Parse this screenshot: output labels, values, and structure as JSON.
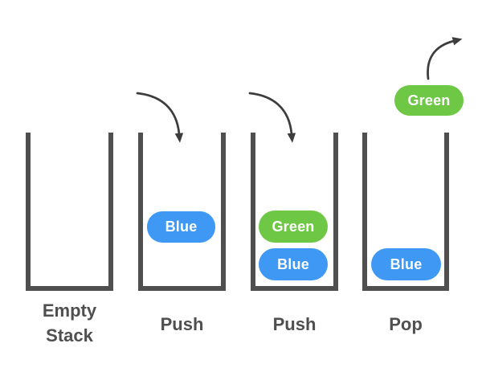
{
  "diagram": {
    "description": "Stack data structure push and pop operations",
    "colors": {
      "blue": "#3E98F4",
      "green": "#6FC845",
      "wall": "#4F4F4F",
      "label_text": "#4F4F4F",
      "arrow": "#3D3D3D",
      "pill_text": "#FFFFFF"
    },
    "panels": [
      {
        "label": "Empty Stack",
        "items": []
      },
      {
        "label": "Push",
        "arrow": "push-into-stack",
        "items": [
          {
            "text": "Blue",
            "color": "blue"
          }
        ]
      },
      {
        "label": "Push",
        "arrow": "push-into-stack",
        "items": [
          {
            "text": "Green",
            "color": "green"
          },
          {
            "text": "Blue",
            "color": "blue"
          }
        ]
      },
      {
        "label": "Pop",
        "arrow": "pop-out-of-stack",
        "items": [
          {
            "text": "Blue",
            "color": "blue"
          }
        ],
        "popped_item": {
          "text": "Green",
          "color": "green"
        }
      }
    ]
  }
}
